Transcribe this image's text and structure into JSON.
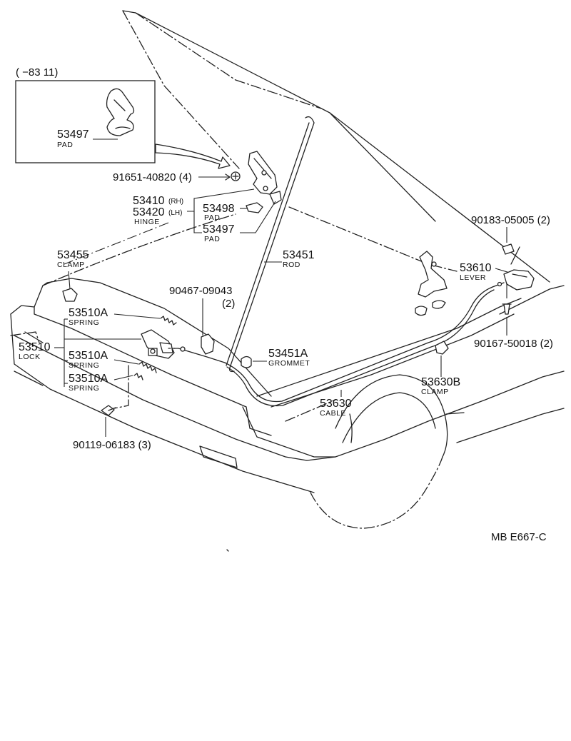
{
  "inset": {
    "title": "(      −83 11)",
    "part": "53497",
    "name": "PAD"
  },
  "labels": {
    "bolt_91651": "91651-40820 (4)",
    "hinge_rh": "53410",
    "hinge_rh_side": "(RH)",
    "hinge_lh": "53420",
    "hinge_lh_side": "(LH)",
    "hinge_name": "HINGE",
    "pad_53498": "53498",
    "pad_53498_name": "PAD",
    "pad_53497": "53497",
    "pad_53497_name": "PAD",
    "clamp_53455": "53455",
    "clamp_53455_name": "CLAMP",
    "rod_53451": "53451",
    "rod_name": "ROD",
    "bolt_90467": "90467-09043",
    "bolt_90467_qty": "(2)",
    "spring1": "53510A",
    "spring1_name": "SPRING",
    "lock_53510": "53510",
    "lock_name": "LOCK",
    "spring2": "53510A",
    "spring2_name": "SPRING",
    "spring3": "53510A",
    "spring3_name": "SPRING",
    "grommet_53451A": "53451A",
    "grommet_name": "GROMMET",
    "cable_53630": "53630",
    "cable_name": "CABLE",
    "clamp_53630B": "53630B",
    "clamp_53630B_name": "CLAMP",
    "bolt_90119": "90119-06183 (3)",
    "clip_90183": "90183-05005 (2)",
    "lever_53610": "53610",
    "lever_name": "LEVER",
    "screw_90167": "90167-50018 (2)",
    "diagram_code": "MB  E667-C"
  }
}
